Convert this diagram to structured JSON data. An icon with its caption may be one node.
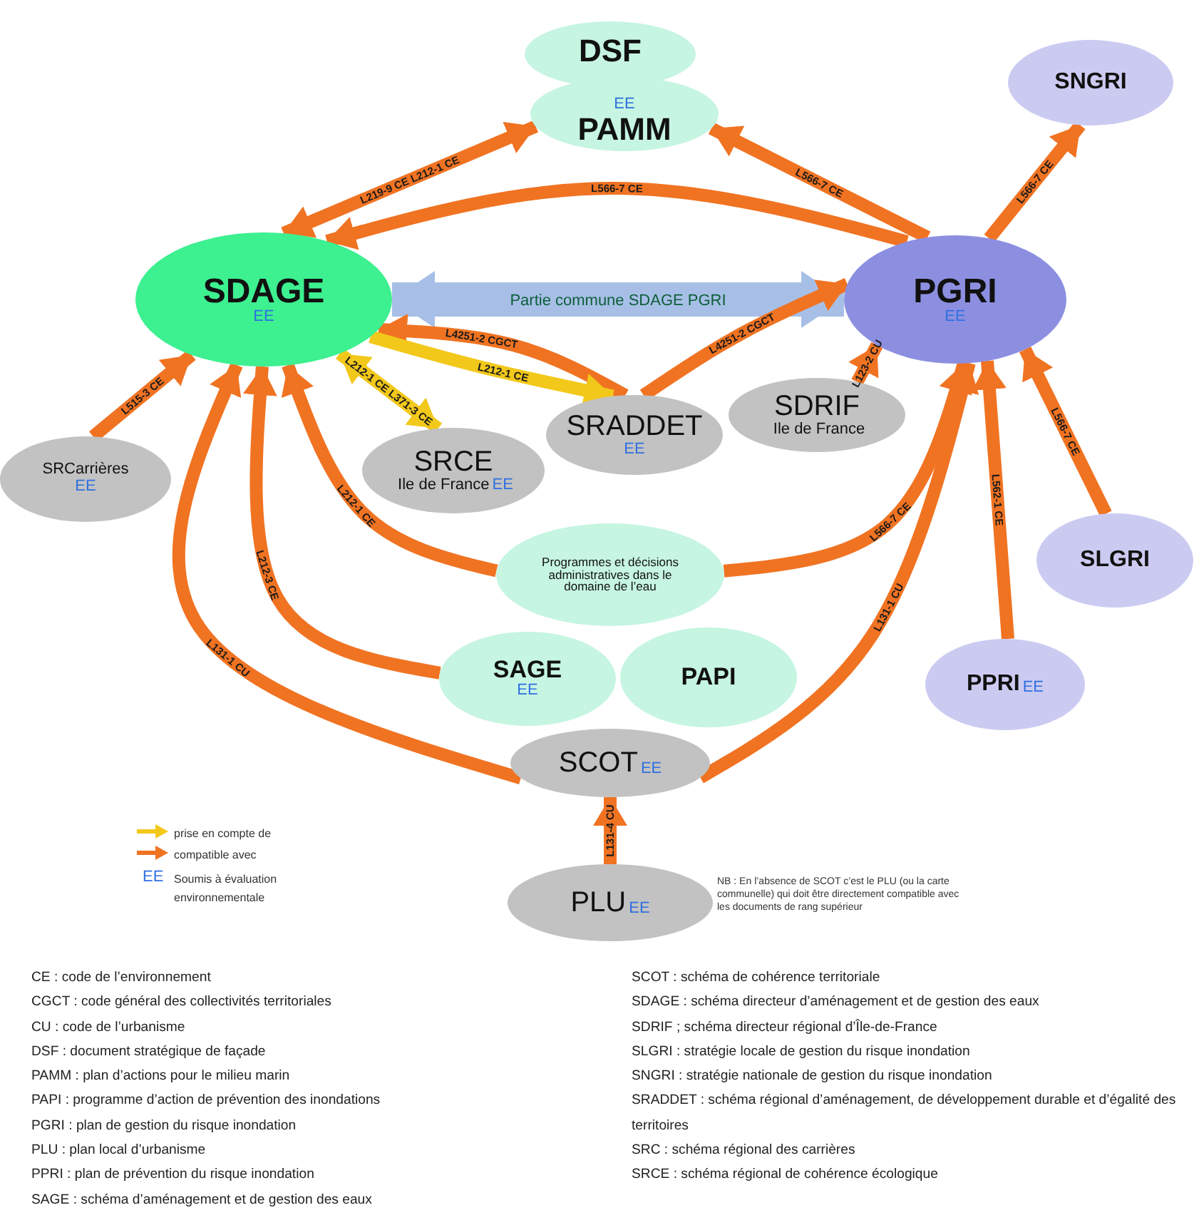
{
  "diagram": {
    "nodes": [
      {
        "text": [
          "DSF"
        ]
      },
      {
        "text": [
          "EE",
          "PAMM"
        ]
      },
      {
        "text": [
          "SNGRI"
        ]
      },
      {
        "text": [
          "SDAGE",
          "EE"
        ]
      },
      {
        "text": [
          "PGRI",
          "EE"
        ]
      },
      {
        "text": [
          "SRCarrières",
          "EE"
        ]
      },
      {
        "text": [
          "SRCE",
          "Ile de France",
          "EE"
        ]
      },
      {
        "text": [
          "SRADDET",
          "EE"
        ]
      },
      {
        "text": [
          "SDRIF",
          "Ile de France"
        ]
      },
      {
        "text": [
          "SLGRI"
        ]
      },
      {
        "text": [
          "Programmes et décisions administratives dans le domaine de l’eau"
        ]
      },
      {
        "text": [
          "SAGE",
          "EE"
        ]
      },
      {
        "text": [
          "PAPI"
        ]
      },
      {
        "text": [
          "PPRI",
          "EE"
        ]
      },
      {
        "text": [
          "SCOT",
          "EE"
        ]
      },
      {
        "text": [
          "PLU",
          "EE"
        ]
      }
    ],
    "edges": [
      {
        "from": 3,
        "to": 1,
        "arrow": "both",
        "label": "L219-9 CE L212-1 CE"
      },
      {
        "from": 4,
        "to": 1,
        "arrow": "to",
        "label": "L566-7 CE"
      },
      {
        "from": 4,
        "to": 3,
        "arrow": "to",
        "label": "L566-7 CE"
      },
      {
        "from": 4,
        "to": 2,
        "arrow": "to",
        "label": "L566-7 CE"
      },
      {
        "from": 3,
        "to": 4,
        "arrow": "both",
        "label": "Partie commune SDAGE PGRI",
        "style": "thick",
        "color": "#a7bfe6"
      },
      {
        "from": 5,
        "to": 3,
        "arrow": "to",
        "label": "L515-3 CE"
      },
      {
        "from": 7,
        "to": 3,
        "arrow": "to",
        "label": "L4251-2 CGCT"
      },
      {
        "from": 7,
        "to": 4,
        "arrow": "to",
        "label": "L4251-2 CGCT"
      },
      {
        "from": 3,
        "to": 7,
        "arrow": "to",
        "label": "L212-1 CE",
        "color": "#f2c81a"
      },
      {
        "from": 3,
        "to": 6,
        "arrow": "both",
        "label": "L212-1 CE L371-3 CE",
        "color": "#f2c81a"
      },
      {
        "from": 8,
        "to": 4,
        "arrow": "to",
        "label": "L123-2 CU"
      },
      {
        "from": 10,
        "to": 3,
        "arrow": "to",
        "label": "L212-1 CE"
      },
      {
        "from": 10,
        "to": 4,
        "arrow": "to",
        "label": "L566-7 CE"
      },
      {
        "from": 11,
        "to": 3,
        "arrow": "to",
        "label": "L212-3 CE"
      },
      {
        "from": 14,
        "to": 3,
        "arrow": "to",
        "label": "L131-1 CU"
      },
      {
        "from": 14,
        "to": 4,
        "arrow": "to",
        "label": "L131-1 CU"
      },
      {
        "from": 13,
        "to": 4,
        "arrow": "to",
        "label": "L562-1 CE"
      },
      {
        "from": 9,
        "to": 4,
        "arrow": "to",
        "label": "L566-7 CE"
      },
      {
        "from": 15,
        "to": 14,
        "arrow": "to",
        "label": "L131-4 CU"
      }
    ],
    "labels": [
      "EE",
      "NB : En l’absence de SCOT c’est le PLU (ou la carte communelle) qui doit être directement compatible avec les documents de rang supérieur",
      "CE : code de l’environnement",
      "CGCT : code général des collectivités territoriales",
      "CU : code de l’urbanisme",
      "DSF : document stratégique de façade",
      "PAMM : plan d’actions pour le milieu marin",
      "PAPI : programme d’action de prévention des inondations",
      "PGRI : plan de gestion du risque inondation",
      "PLU : plan local d’urbanisme",
      "PPRI : plan de prévention du risque inondation",
      "SAGE : schéma d’aménagement et de gestion des eaux",
      "SCOT : schéma de cohérence territoriale",
      "SDAGE : schéma directeur d’aménagement et de gestion des eaux",
      "SDRIF ; schéma directeur régional d’Île-de-France",
      "SLGRI : stratégie locale de gestion du risque inondation",
      "SNGRI : stratégie nationale de gestion du risque inondation",
      "SRADDET : schéma régional d’aménagement, de développement durable et d’égalité des territoires",
      "SRC : schéma régional des carrières",
      "SRCE : schéma régional de cohérence écologique"
    ],
    "legend": [
      {
        "text": "prise en compte de"
      },
      {
        "text": "compatible avec"
      },
      {
        "text": "Soumis à évaluation environnementale"
      }
    ]
  }
}
